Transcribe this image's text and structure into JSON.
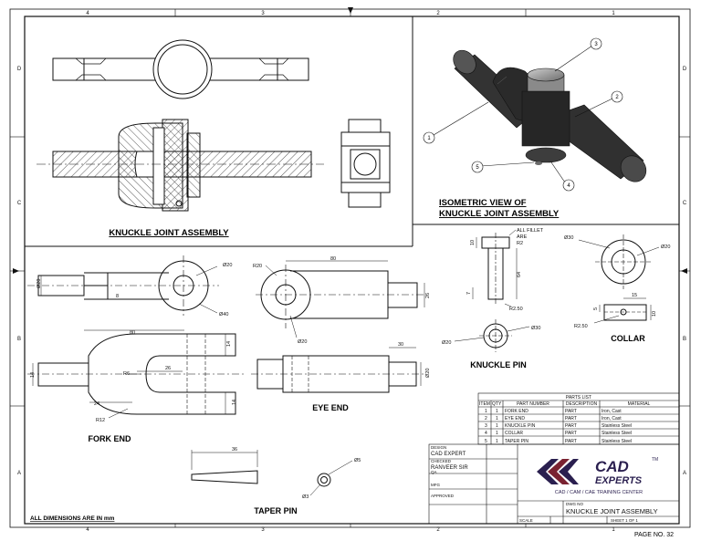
{
  "zones": {
    "columns": [
      "4",
      "3",
      "2",
      "1"
    ],
    "rows": [
      "D",
      "C",
      "B",
      "A"
    ]
  },
  "views": {
    "assembly": "KNUCKLE JOINT ASSEMBLY",
    "iso_line1": "ISOMETRIC VIEW OF",
    "iso_line2": "KNUCKLE JOINT ASSEMBLY",
    "fork_end": "FORK END",
    "eye_end": "EYE END",
    "knuckle_pin": "KNUCKLE PIN",
    "collar": "COLLAR",
    "taper_pin": "TAPER PIN"
  },
  "balloons": [
    "1",
    "2",
    "3",
    "4",
    "5"
  ],
  "dims": {
    "fork_top": {
      "d20": "Ø20",
      "d40": "Ø40",
      "w20": "Ø20",
      "r": "8"
    },
    "fork_bot": {
      "l80": "80",
      "r6": "R6",
      "l26": "26",
      "l24": "24",
      "r12": "R12",
      "h14a": "14",
      "h14b": "14",
      "h14c": "14"
    },
    "eye_top": {
      "r20": "R20",
      "l80": "80",
      "d20": "Ø20",
      "h26": "26"
    },
    "eye_bot": {
      "l30": "30",
      "d20": "Ø20"
    },
    "pin": {
      "fillet1": "ALL FILLET",
      "fillet2": "ARE",
      "fillet3": "R2",
      "h10": "10",
      "h64": "64",
      "h7": "7",
      "r250": "R2.50",
      "d30": "Ø30",
      "d20": "Ø20"
    },
    "collar": {
      "d30": "Ø30",
      "d20": "Ø20",
      "w15": "15",
      "h5": "5",
      "r250": "R2.50",
      "h10": "10"
    },
    "taper": {
      "l36": "36",
      "d5": "Ø5",
      "d3": "Ø3"
    }
  },
  "parts_list": {
    "title": "PARTS LIST",
    "headers": [
      "ITEM",
      "QTY",
      "PART NUMBER",
      "DESCRIPTION",
      "MATERIAL"
    ],
    "rows": [
      [
        "1",
        "1",
        "FORK END",
        "PART",
        "Iron, Cast"
      ],
      [
        "2",
        "1",
        "EYE END",
        "PART",
        "Iron, Cast"
      ],
      [
        "3",
        "1",
        "KNUCKLE PIN",
        "PART",
        "Stainless Steel"
      ],
      [
        "4",
        "1",
        "COLLAR",
        "PART",
        "Stainless Steel"
      ],
      [
        "5",
        "1",
        "TAPER PIN",
        "PART",
        "Stainless Steel"
      ]
    ]
  },
  "title_block": {
    "designer_label": "DESIGN",
    "designer": "CAD EXPERT",
    "checked_label": "CHECKED",
    "checked": "RANVEER SIR",
    "qa_label": "QA",
    "mfg_label": "MFG",
    "approved_label": "APPROVED",
    "logo_line1": "CAD",
    "logo_line2": "EXPERTS",
    "logo_tm": "TM",
    "tagline": "CAD / CAM / CAE TRAINING CENTER",
    "dwg_label": "DWG NO",
    "dwg_title": "KNUCKLE JOINT ASSEMBLY",
    "scale_label": "SCALE",
    "sheet": "SHEET 1  OF 1"
  },
  "note": "ALL DIMENSIONS ARE IN mm",
  "page_no": "PAGE NO. 32",
  "colors": {
    "line": "#111111",
    "logo_dark": "#2a1f4f",
    "part_dark": "#2b2b2b",
    "part_mid": "#4a4a4a",
    "part_light": "#9a9a9a"
  }
}
